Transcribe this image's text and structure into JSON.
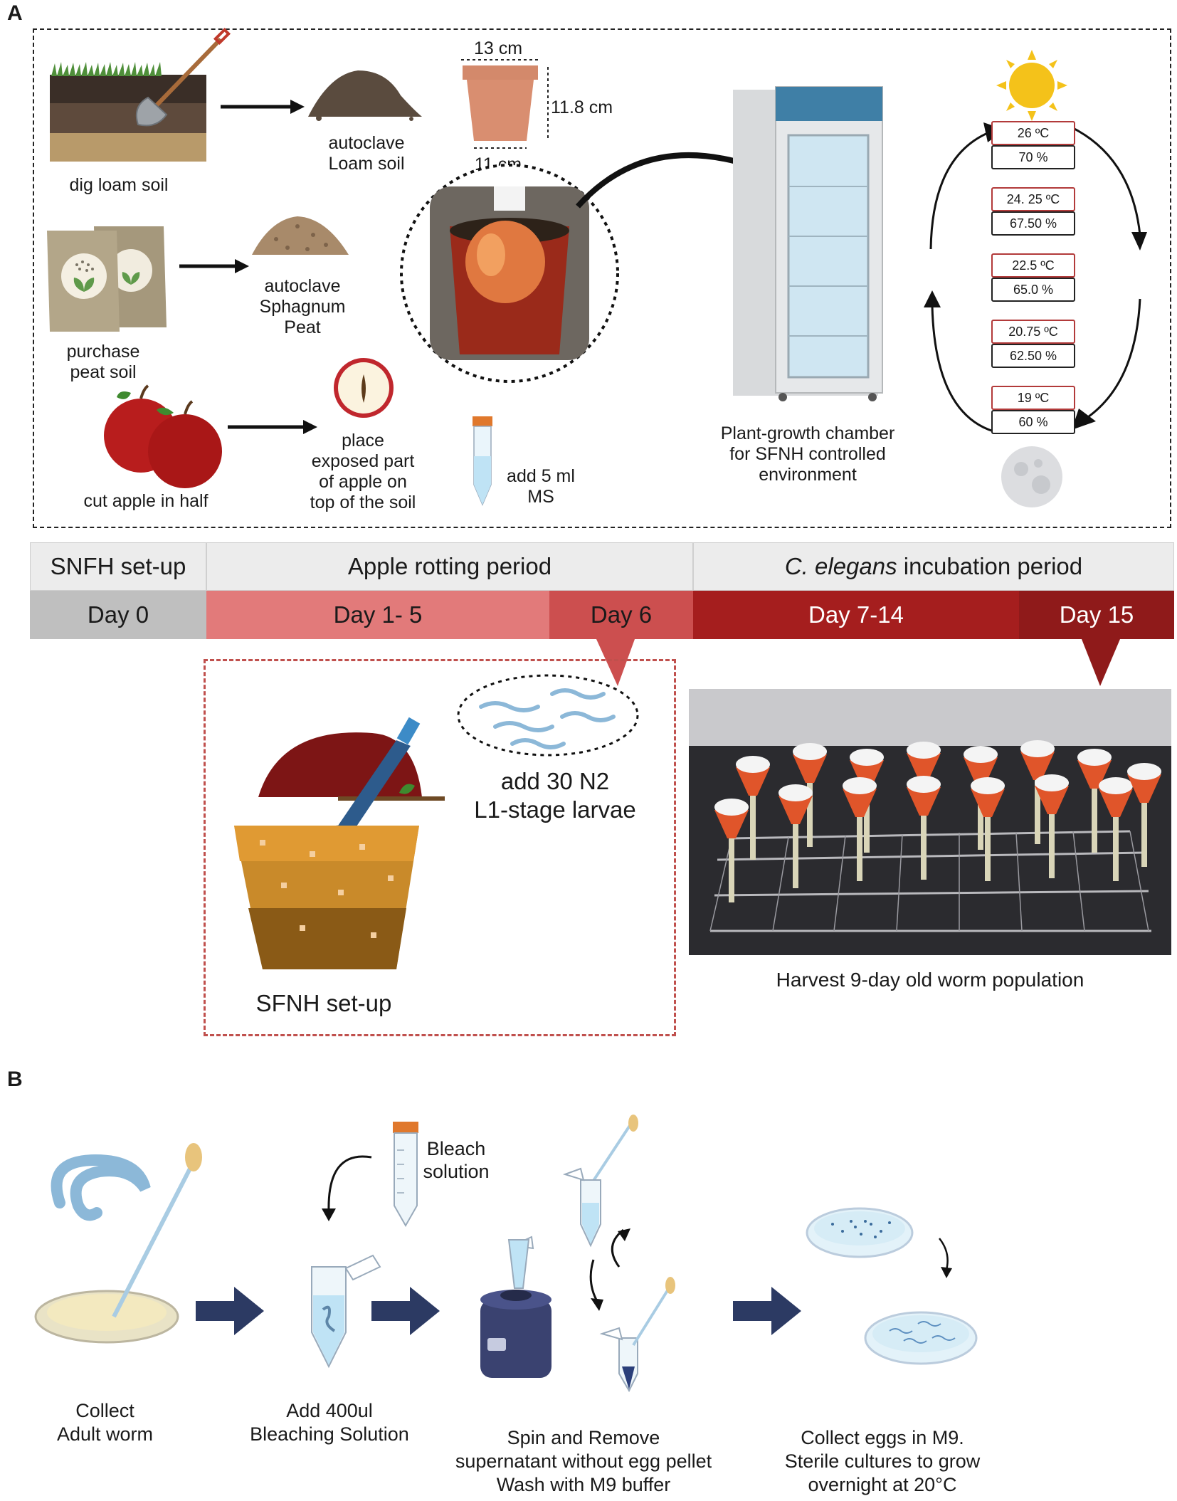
{
  "panels": {
    "a": "A",
    "b": "B"
  },
  "setup": {
    "dig_loam_soil": "dig loam soil",
    "autoclave_loam": [
      "autoclave",
      "Loam soil"
    ],
    "pot_top": "13 cm",
    "pot_height": "11.8 cm",
    "pot_bottom": "11 cm",
    "purchase_peat": [
      "purchase",
      "peat soil"
    ],
    "autoclave_peat": [
      "autoclave",
      "Sphagnum",
      "Peat"
    ],
    "cut_apple": "cut apple in half",
    "place_apple": [
      "place",
      "exposed part",
      "of apple on",
      "top of the soil"
    ],
    "add_ms": [
      "add 5 ml",
      "MS"
    ],
    "chamber_caption": [
      "Plant-growth chamber",
      "for SFNH controlled",
      "environment"
    ]
  },
  "climate_cycle": [
    {
      "temp": "26 ºC",
      "humidity": "70 %"
    },
    {
      "temp": "24. 25 ºC",
      "humidity": "67.50 %"
    },
    {
      "temp": "22.5 ºC",
      "humidity": "65.0 %"
    },
    {
      "temp": "20.75 ºC",
      "humidity": "62.50 %"
    },
    {
      "temp": "19 ºC",
      "humidity": "60  %"
    }
  ],
  "timeline": {
    "phases": [
      {
        "label": "SNFH set-up"
      },
      {
        "label": "Apple rotting period"
      },
      {
        "label_italic": "C. elegans",
        "label_rest": " incubation period"
      }
    ],
    "days": [
      {
        "label": "Day 0",
        "color": "#bfbfbf"
      },
      {
        "label": "Day 1- 5",
        "color": "#e27a7a"
      },
      {
        "label": "Day 6",
        "color": "#cc4f4f"
      },
      {
        "label": "Day 7-14",
        "color": "#a51e1e"
      },
      {
        "label": "Day 15",
        "color": "#8f1a1a"
      }
    ]
  },
  "larvae": {
    "add": [
      "add 30 N2",
      "L1-stage larvae"
    ],
    "caption": "SFNH set-up"
  },
  "harvest_caption": "Harvest 9-day old worm population",
  "bleach": {
    "solution_label": [
      "Bleach",
      "solution"
    ],
    "steps": [
      [
        "Collect",
        "Adult worm"
      ],
      [
        "Add 400ul",
        "Bleaching Solution"
      ],
      [
        "Spin and  Remove",
        "supernatant without egg pellet",
        "Wash with M9 buffer"
      ],
      [
        "Collect eggs in M9.",
        "Sterile cultures to grow",
        "overnight at 20°C"
      ]
    ]
  },
  "colors": {
    "navy_arrow": "#2c3a63",
    "red_dash": "#c0504d",
    "tube_blue": "#bfe3f5",
    "soil_orange": "#c98a2a"
  }
}
